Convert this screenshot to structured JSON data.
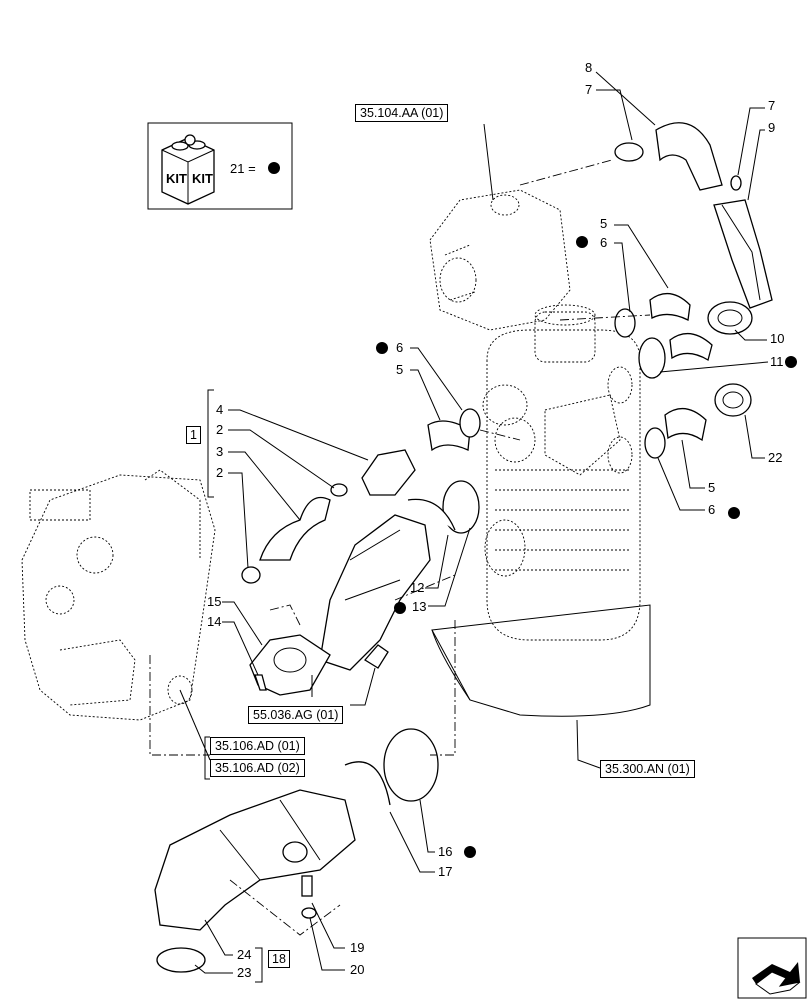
{
  "kit_legend": {
    "kit_text_1": "KIT",
    "kit_text_2": "KIT",
    "equation": "21 ="
  },
  "references": {
    "ref_35_104": "35.104.AA (01)",
    "ref_55_036": "55.036.AG (01)",
    "ref_35_106_1": "35.106.AD (01)",
    "ref_35_106_2": "35.106.AD (02)",
    "ref_35_300": "35.300.AN (01)"
  },
  "group_labels": {
    "group_1": "1",
    "group_18": "18"
  },
  "callouts": {
    "c8": "8",
    "c7a": "7",
    "c7b": "7",
    "c9": "9",
    "c5a": "5",
    "c6a": "6",
    "c6b": "6",
    "c5b": "5",
    "c10": "10",
    "c11": "11",
    "c22": "22",
    "c5c": "5",
    "c6c": "6",
    "c4": "4",
    "c2a": "2",
    "c3": "3",
    "c2b": "2",
    "c12": "12",
    "c13": "13",
    "c15": "15",
    "c14": "14",
    "c16": "16",
    "c17": "17",
    "c19": "19",
    "c20": "20",
    "c24": "24",
    "c23": "23"
  },
  "colors": {
    "ink": "#000000",
    "background": "#ffffff"
  },
  "icons": [
    "kit-box-icon",
    "kit-dot-icon",
    "navigation-arrow-icon"
  ]
}
